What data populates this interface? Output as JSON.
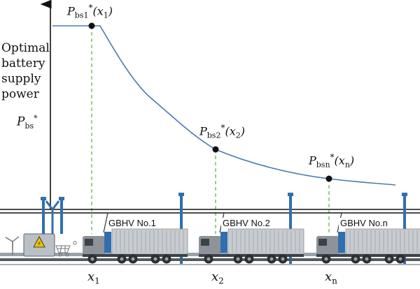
{
  "y_axis": {
    "title_lines": [
      "Optimal",
      "battery",
      "supply",
      "power"
    ],
    "symbol_base": "P",
    "symbol_sub": "bs",
    "symbol_sup": "*"
  },
  "points": [
    {
      "id": "p1",
      "base": "P",
      "sub": "bs1",
      "sup": "*",
      "arg_var": "x",
      "arg_sub": "1"
    },
    {
      "id": "p2",
      "base": "P",
      "sub": "bs2",
      "sup": "*",
      "arg_var": "x",
      "arg_sub": "2"
    },
    {
      "id": "pn",
      "base": "P",
      "sub": "bsn",
      "sup": "*",
      "arg_var": "x",
      "arg_sub": "n"
    }
  ],
  "x_labels": [
    {
      "var": "x",
      "sub": "1"
    },
    {
      "var": "x",
      "sub": "2"
    },
    {
      "var": "x",
      "sub": "n"
    }
  ],
  "vehicles": [
    {
      "label": "GBHV No.1"
    },
    {
      "label": "GBHV No.2"
    },
    {
      "label": "GBHV No.n"
    }
  ],
  "colors": {
    "curve": "#4a7ab0",
    "dashed_guides": "#6bb34a",
    "axis": "#111111",
    "pole": "#2f6fb0",
    "truck_container": "#c8cbcf",
    "truck_cab": "#8d9399",
    "station_box": "#b9c0c6",
    "warning_sign": "#f2c200"
  }
}
